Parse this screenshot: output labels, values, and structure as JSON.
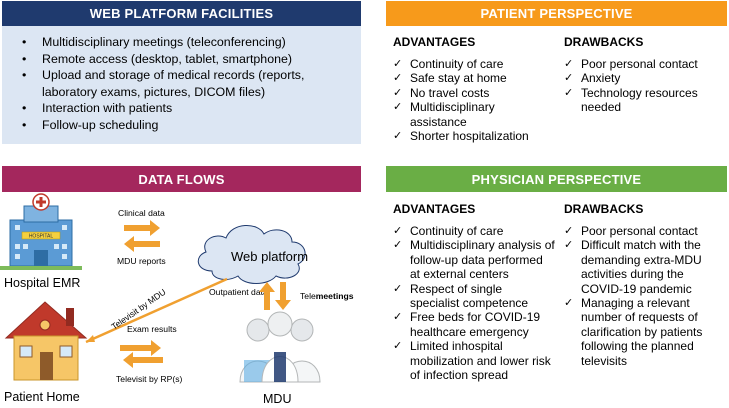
{
  "web_platform": {
    "title": "WEB PLATFORM FACILITIES",
    "items": [
      "Multidisciplinary meetings (teleconferencing)",
      "Remote access (desktop, tablet, smartphone)",
      "Upload and storage of medical records (reports,",
      "laboratory exams, pictures, DICOM files)",
      "Interaction with patients",
      "Follow-up scheduling"
    ]
  },
  "patient": {
    "title": "PATIENT PERSPECTIVE",
    "advantages_title": "ADVANTAGES",
    "advantages": [
      "Continuity of care",
      "Safe stay at home",
      "No travel costs",
      "Multidisciplinary assistance",
      "Shorter hospitalization"
    ],
    "drawbacks_title": "DRAWBACKS",
    "drawbacks": [
      "Poor personal contact",
      "Anxiety",
      "Technology resources needed"
    ]
  },
  "data_flows": {
    "title": "DATA FLOWS",
    "hospital": "Hospital EMR",
    "web_platform": "Web platform",
    "patient_home": "Patient Home",
    "mdu": "MDU",
    "clinical_data": "Clinical data",
    "mdu_reports": "MDU reports",
    "televisit_mdu": "Televisit by MDU",
    "outpatient_data": "Outpatient data",
    "telemeetings_prefix": "Tele",
    "telemeetings_suffix": "meetings",
    "exam_results": "Exam results",
    "televisit_rp": "Televisit by RP(s)",
    "hospital_sign": "HOSPITAL"
  },
  "physician": {
    "title": "PHYSICIAN PERSPECTIVE",
    "advantages_title": "ADVANTAGES",
    "advantages": [
      "Continuity of care",
      "Multidisciplinary analysis of follow-up data performed at external centers",
      "Respect of single specialist competence",
      "Free beds for COVID-19 healthcare emergency",
      "Limited inhospital mobilization and lower risk of infection spread"
    ],
    "drawbacks_title": "DRAWBACKS",
    "drawbacks": [
      "Poor personal contact",
      "Difficult match with the demanding extra-MDU activities during the COVID-19 pandemic",
      "Managing a relevant number of requests of clarification by patients following the planned televisits"
    ]
  },
  "colors": {
    "navy": "#1F3A6E",
    "orange": "#F79A1B",
    "magenta": "#A4275D",
    "green": "#6AAE45",
    "light_blue": "#DCE6F3",
    "arrow": "#F0A030",
    "cloud": "#DCE6F3"
  }
}
